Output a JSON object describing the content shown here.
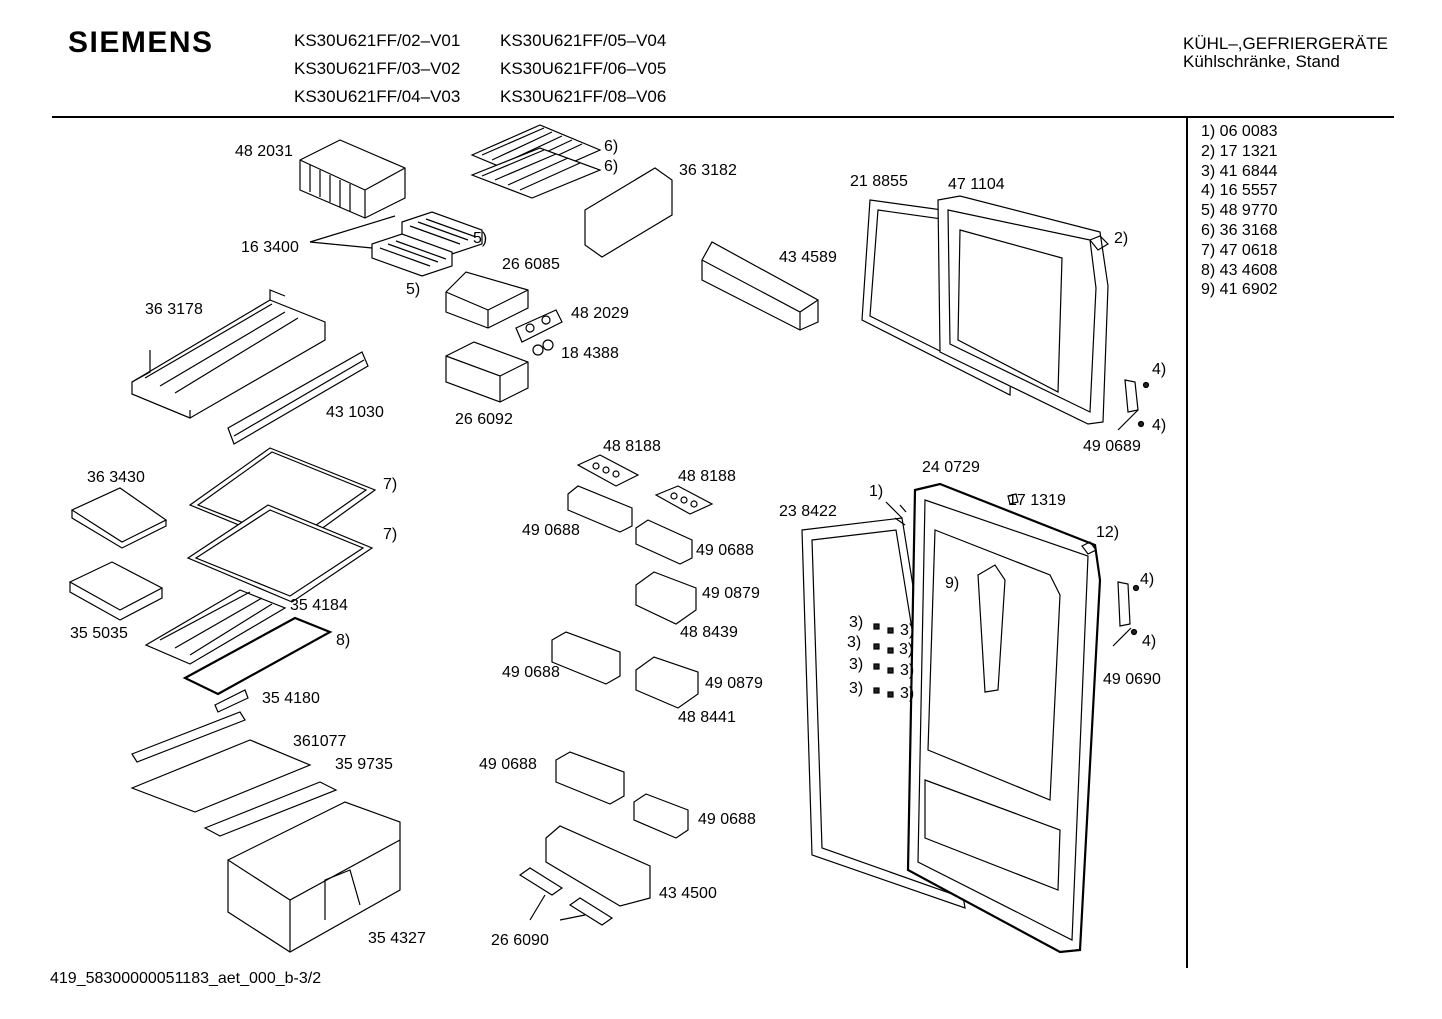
{
  "header": {
    "brand": "SIEMENS",
    "models": [
      "KS30U621FF/02–V01",
      "KS30U621FF/05–V04",
      "KS30U621FF/03–V02",
      "KS30U621FF/06–V05",
      "KS30U621FF/04–V03",
      "KS30U621FF/08–V06"
    ],
    "category_line1": "KÜHL–,GEFRIERGERÄTE",
    "category_line2": "Kühlschränke, Stand"
  },
  "legend": [
    "1)  06 0083",
    "2)  17 1321",
    "3)  41 6844",
    "4)  16 5557",
    "5)  48 9770",
    "6)  36 3168",
    "7)  47 0618",
    "8)  43 4608",
    "9)  41 6902"
  ],
  "labels": {
    "l482031": "48 2031",
    "l6a": "6)",
    "l6b": "6)",
    "l363182": "36 3182",
    "l218855": "21 8855",
    "l471104": "47 1104",
    "l163400": "16 3400",
    "l5a": "5)",
    "l5b": "5)",
    "l266085": "26 6085",
    "l434589": "43 4589",
    "l2": "2)",
    "l363178": "36 3178",
    "l482029": "48 2029",
    "l184388": "18 4388",
    "l4a": "4)",
    "l4b": "4)",
    "l431030": "43 1030",
    "l266092": "26 6092",
    "l490689": "49 0689",
    "l488188a": "48 8188",
    "l240729": "24 0729",
    "l363430": "36 3430",
    "l7a": "7)",
    "l488188b": "48 8188",
    "l1": "1)",
    "l171319": "17 1319",
    "l238422": "23 8422",
    "l490688a": "49 0688",
    "l7b": "7)",
    "l12": "12)",
    "l490688b": "49 0688",
    "l9": "9)",
    "l4c": "4)",
    "l490879a": "49 0879",
    "l354184": "35 4184",
    "l3a": "3)",
    "l3b": "3)",
    "l3c": "3)",
    "l3d": "3)",
    "l3e": "3)",
    "l3f": "3)",
    "l3g": "3)",
    "l3h": "3)",
    "l355035": "35 5035",
    "l8": "8)",
    "l488439": "48 8439",
    "l4d": "4)",
    "l490688c": "49 0688",
    "l490879b": "49 0879",
    "l490690": "49 0690",
    "l354180": "35 4180",
    "l488441": "48 8441",
    "l361077": "361077",
    "l359735": "35 9735",
    "l490688d": "49 0688",
    "l490688e": "49 0688",
    "l434500": "43 4500",
    "l354327": "35 4327",
    "l266090": "26 6090"
  },
  "footer": {
    "code": "419_58300000051183_aet_000_b-3/2"
  }
}
